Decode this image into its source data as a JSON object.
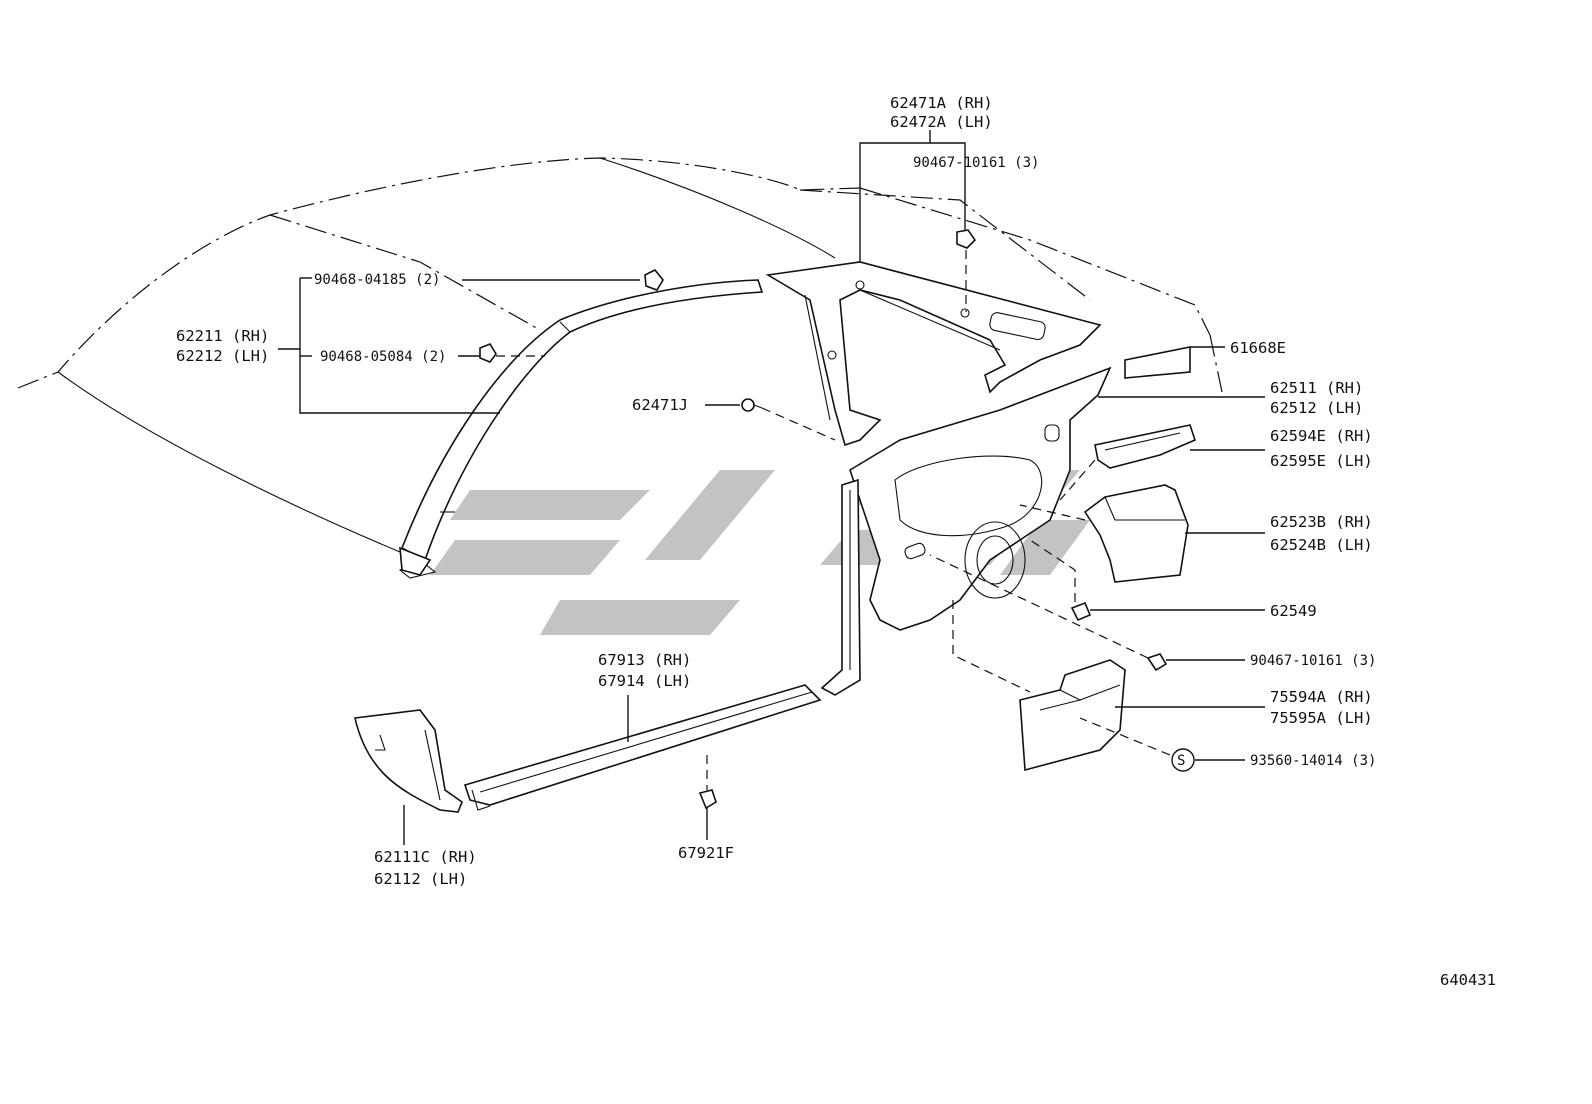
{
  "diagram_id": "640431",
  "callouts": {
    "c_62471A": "62471A (RH)",
    "c_62472A": "62472A (LH)",
    "c_90467_top": "90467-10161 (3)",
    "c_90468_04185": "90468-04185 (2)",
    "c_62211": "62211 (RH)",
    "c_62212": "62212 (LH)",
    "c_90468_05084": "90468-05084 (2)",
    "c_61668E": "61668E",
    "c_62511": "62511 (RH)",
    "c_62512": "62512 (LH)",
    "c_62471J": "62471J",
    "c_62594E": "62594E (RH)",
    "c_62595E": "62595E (LH)",
    "c_62523B": "62523B (RH)",
    "c_62524B": "62524B (LH)",
    "c_62549": "62549",
    "c_90467_mid": "90467-10161 (3)",
    "c_75594A": "75594A (RH)",
    "c_75595A": "75595A (LH)",
    "c_93560": "93560-14014 (3)",
    "c_s_symbol": "S",
    "c_67913": "67913 (RH)",
    "c_67914": "67914 (LH)",
    "c_67921F": "67921F",
    "c_62111C": "62111C (RH)",
    "c_62112": "62112   (LH)"
  }
}
